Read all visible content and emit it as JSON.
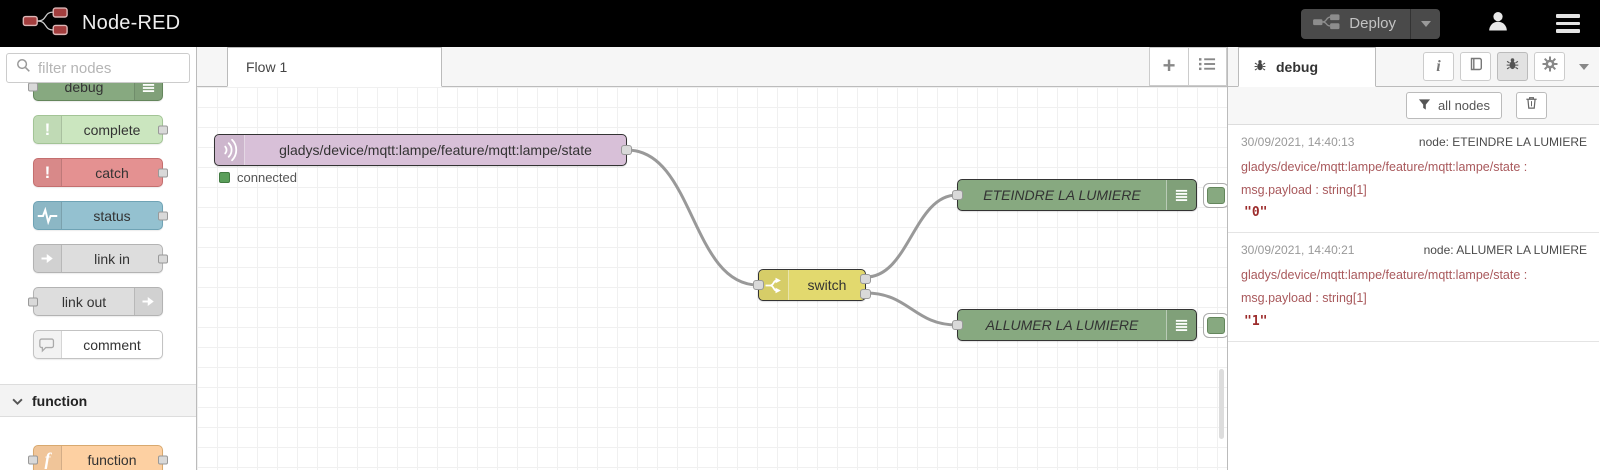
{
  "colors": {
    "header_bg": "#000000",
    "deploy_button_bg": "#4a4a4a",
    "brand_red": "#a33e3e",
    "node_mqtt": "#d8c0d8",
    "node_debug_green": "#87a980",
    "node_switch_yellow": "#e2d96e",
    "node_complete": "#cbe6bf",
    "node_catch": "#e49191",
    "node_status": "#94c1d0",
    "node_link": "#dddddd",
    "node_comment": "#ffffff",
    "node_function": "#fdd0a2",
    "status_connected_dot": "#5a9e5a",
    "wire": "#999999",
    "debug_topic_text": "#a9595c",
    "debug_value_text": "#9c2b2b"
  },
  "icons": {
    "brand": "node-red-wire-mark",
    "deploy": "mini-node-wire",
    "user": "person-silhouette",
    "menu": "hamburger",
    "search": "magnifier",
    "mqtt": "signal-arcs",
    "switch": "fork-arrows",
    "debug": "list-lines",
    "complete": "exclamation",
    "catch": "exclamation",
    "status": "pulse",
    "link": "arrow-right",
    "comment": "speech-bubble",
    "function": "italic-f",
    "sidebar": [
      "info",
      "book",
      "bug",
      "gear",
      "chevron-down"
    ],
    "toolbar": [
      "funnel",
      "trash"
    ]
  },
  "header": {
    "title": "Node-RED",
    "deploy_label": "Deploy"
  },
  "palette": {
    "filter_placeholder": "filter nodes",
    "items": [
      {
        "label": "debug"
      },
      {
        "label": "complete"
      },
      {
        "label": "catch"
      },
      {
        "label": "status"
      },
      {
        "label": "link in"
      },
      {
        "label": "link out"
      },
      {
        "label": "comment"
      }
    ],
    "category_label": "function",
    "category_items": [
      {
        "label": "function"
      }
    ]
  },
  "canvas": {
    "tab_label": "Flow 1",
    "nodes": [
      {
        "label": "gladys/device/mqtt:lampe/feature/mqtt:lampe/state",
        "type": "mqtt in",
        "status": "connected"
      },
      {
        "label": "switch",
        "type": "switch"
      },
      {
        "label": "ETEINDRE LA LUMIERE",
        "type": "debug"
      },
      {
        "label": "ALLUMER LA LUMIERE",
        "type": "debug"
      }
    ]
  },
  "sidebar": {
    "tab_label": "debug",
    "filter_button_label": "all nodes",
    "messages": [
      {
        "timestamp": "30/09/2021, 14:40:13",
        "source": "node: ETEINDRE LA LUMIERE",
        "topic": "gladys/device/mqtt:lampe/feature/mqtt:lampe/state : msg.payload : string[1]",
        "value": "\"0\""
      },
      {
        "timestamp": "30/09/2021, 14:40:21",
        "source": "node: ALLUMER LA LUMIERE",
        "topic": "gladys/device/mqtt:lampe/feature/mqtt:lampe/state : msg.payload : string[1]",
        "value": "\"1\""
      }
    ]
  }
}
